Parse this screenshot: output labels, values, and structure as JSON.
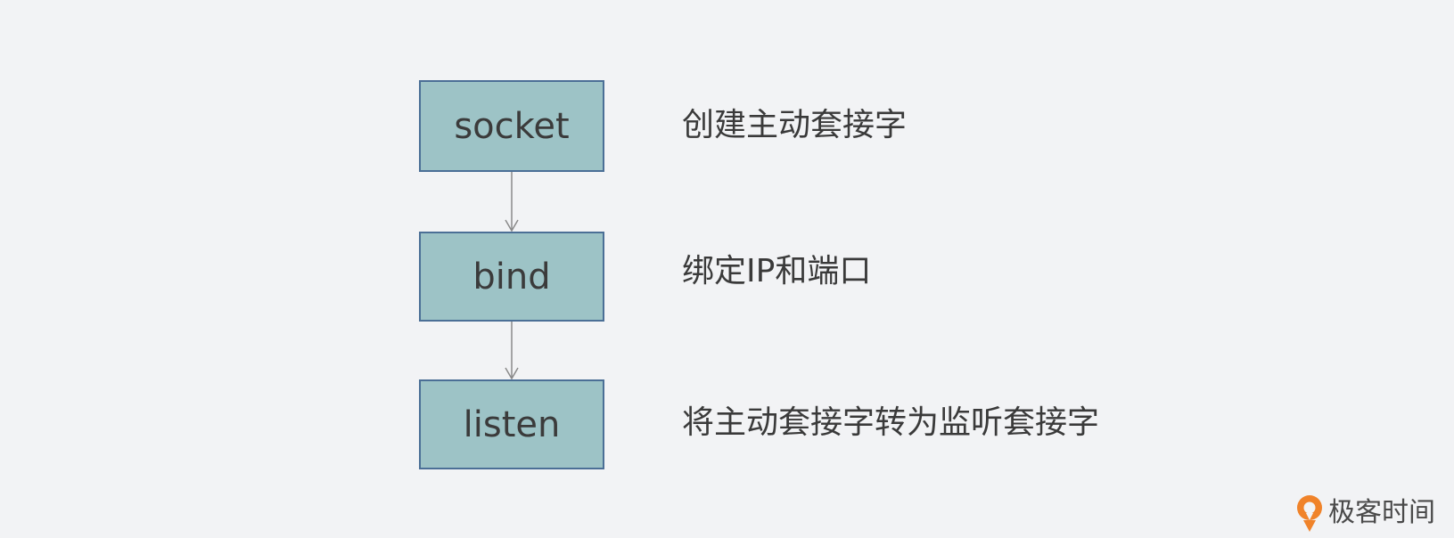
{
  "steps": [
    {
      "label": "socket",
      "description": "创建主动套接字"
    },
    {
      "label": "bind",
      "description": "绑定IP和端口"
    },
    {
      "label": "listen",
      "description": "将主动套接字转为监听套接字"
    }
  ],
  "brand": {
    "name": "极客时间"
  },
  "colors": {
    "background": "#f2f3f5",
    "box_fill": "#9dc3c6",
    "box_border": "#4b6f96",
    "arrow": "#8a8a8a",
    "logo": "#f0832a"
  }
}
